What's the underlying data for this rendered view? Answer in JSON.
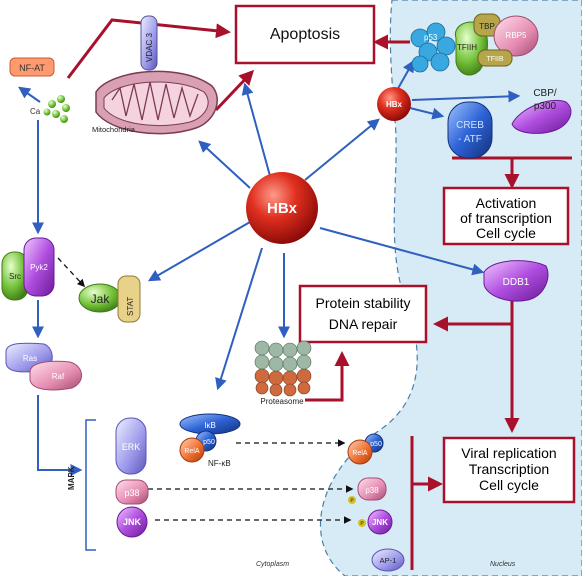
{
  "labels": {
    "apoptosis": "Apoptosis",
    "nfat": "NF-AT",
    "ca": "Ca",
    "vdac3": "VDAC 3",
    "mitochondria": "Mitochondria",
    "hbx_center": "HBx",
    "hbx_small": "HBx",
    "p53": "p53",
    "tbp": "TBP",
    "rbp5": "RBP5",
    "tfiih": "TFIIH",
    "tfiib": "TFIIB",
    "cbp_line1": "CBP/",
    "cbp_line2": "p300",
    "creb_line1": "CREB",
    "creb_line2": "- ATF",
    "activation_line1": "Activation",
    "activation_line2": "of transcription",
    "activation_line3": "Cell cycle",
    "src": "Src",
    "pyk2": "Pyk2",
    "jak": "Jak",
    "stat": "STAT",
    "ddb1": "DDB1",
    "protein_line1": "Protein stability",
    "protein_line2": "DNA repair",
    "ras": "Ras",
    "raf": "Raf",
    "proteasome": "Proteasome",
    "mapk": "MAPK",
    "erk": "ERK",
    "ikb": "IκB",
    "p50": "p50",
    "rela": "RelA",
    "nfkb": "NF-κB",
    "p50_nuc": "p50",
    "rela_nuc": "RelA",
    "p38": "p38",
    "p38_nuc": "p38",
    "jnk": "JNK",
    "jnk_nuc": "JNK",
    "p_mark": "P",
    "viral_line1": "Viral replication",
    "viral_line2": "Transcription",
    "viral_line3": "Cell cycle",
    "ap1": "AP-1",
    "cytoplasm": "Cytoplasm",
    "nucleus": "Nucleus"
  },
  "colors": {
    "nucleus_fill": "#d7ebf6",
    "nucleus_edge": "#4a7fa8",
    "arrow_blue": "#2f5fbf",
    "arrow_red": "#a8102c",
    "box_border": "#a8102c"
  }
}
